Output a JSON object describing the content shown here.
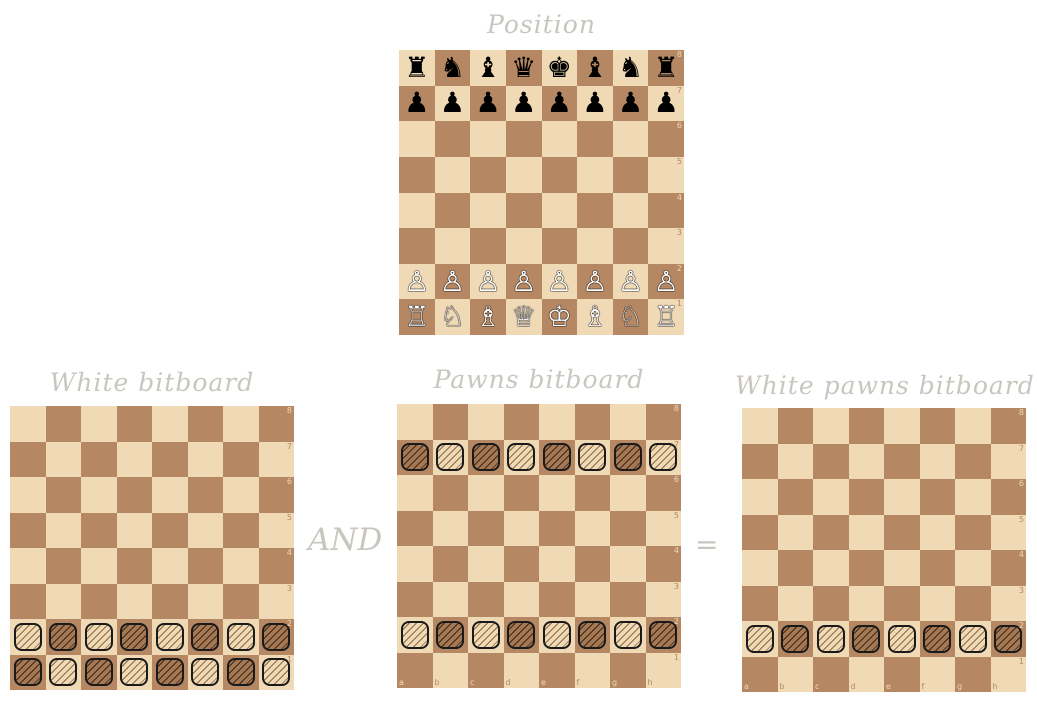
{
  "position": {
    "title": "Position",
    "ranks": [
      [
        "♜",
        "♞",
        "♝",
        "♛",
        "♚",
        "♝",
        "♞",
        "♜"
      ],
      [
        "♟",
        "♟",
        "♟",
        "♟",
        "♟",
        "♟",
        "♟",
        "♟"
      ],
      [
        "",
        "",
        "",
        "",
        "",
        "",
        "",
        ""
      ],
      [
        "",
        "",
        "",
        "",
        "",
        "",
        "",
        ""
      ],
      [
        "",
        "",
        "",
        "",
        "",
        "",
        "",
        ""
      ],
      [
        "",
        "",
        "",
        "",
        "",
        "",
        "",
        ""
      ],
      [
        "♙",
        "♙",
        "♙",
        "♙",
        "♙",
        "♙",
        "♙",
        "♙"
      ],
      [
        "♖",
        "♘",
        "♗",
        "♕",
        "♔",
        "♗",
        "♘",
        "♖"
      ]
    ]
  },
  "white_bitboard": {
    "title": "White bitboard",
    "ranks": [
      [
        0,
        0,
        0,
        0,
        0,
        0,
        0,
        0
      ],
      [
        0,
        0,
        0,
        0,
        0,
        0,
        0,
        0
      ],
      [
        0,
        0,
        0,
        0,
        0,
        0,
        0,
        0
      ],
      [
        0,
        0,
        0,
        0,
        0,
        0,
        0,
        0
      ],
      [
        0,
        0,
        0,
        0,
        0,
        0,
        0,
        0
      ],
      [
        0,
        0,
        0,
        0,
        0,
        0,
        0,
        0
      ],
      [
        1,
        1,
        1,
        1,
        1,
        1,
        1,
        1
      ],
      [
        1,
        1,
        1,
        1,
        1,
        1,
        1,
        1
      ]
    ]
  },
  "pawns_bitboard": {
    "title": "Pawns bitboard",
    "ranks": [
      [
        0,
        0,
        0,
        0,
        0,
        0,
        0,
        0
      ],
      [
        1,
        1,
        1,
        1,
        1,
        1,
        1,
        1
      ],
      [
        0,
        0,
        0,
        0,
        0,
        0,
        0,
        0
      ],
      [
        0,
        0,
        0,
        0,
        0,
        0,
        0,
        0
      ],
      [
        0,
        0,
        0,
        0,
        0,
        0,
        0,
        0
      ],
      [
        0,
        0,
        0,
        0,
        0,
        0,
        0,
        0
      ],
      [
        1,
        1,
        1,
        1,
        1,
        1,
        1,
        1
      ],
      [
        0,
        0,
        0,
        0,
        0,
        0,
        0,
        0
      ]
    ]
  },
  "white_pawns_bitboard": {
    "title": "White pawns bitboard",
    "ranks": [
      [
        0,
        0,
        0,
        0,
        0,
        0,
        0,
        0
      ],
      [
        0,
        0,
        0,
        0,
        0,
        0,
        0,
        0
      ],
      [
        0,
        0,
        0,
        0,
        0,
        0,
        0,
        0
      ],
      [
        0,
        0,
        0,
        0,
        0,
        0,
        0,
        0
      ],
      [
        0,
        0,
        0,
        0,
        0,
        0,
        0,
        0
      ],
      [
        0,
        0,
        0,
        0,
        0,
        0,
        0,
        0
      ],
      [
        1,
        1,
        1,
        1,
        1,
        1,
        1,
        1
      ],
      [
        0,
        0,
        0,
        0,
        0,
        0,
        0,
        0
      ]
    ]
  },
  "operators": {
    "and": "AND",
    "equals": "="
  },
  "rank_labels": [
    "8",
    "7",
    "6",
    "5",
    "4",
    "3",
    "2",
    "1"
  ],
  "file_labels": [
    "a",
    "b",
    "c",
    "d",
    "e",
    "f",
    "g",
    "h"
  ],
  "colors": {
    "light_square": "#f0d9b5",
    "dark_square": "#b58863",
    "title_text": "#c9c6bf"
  }
}
